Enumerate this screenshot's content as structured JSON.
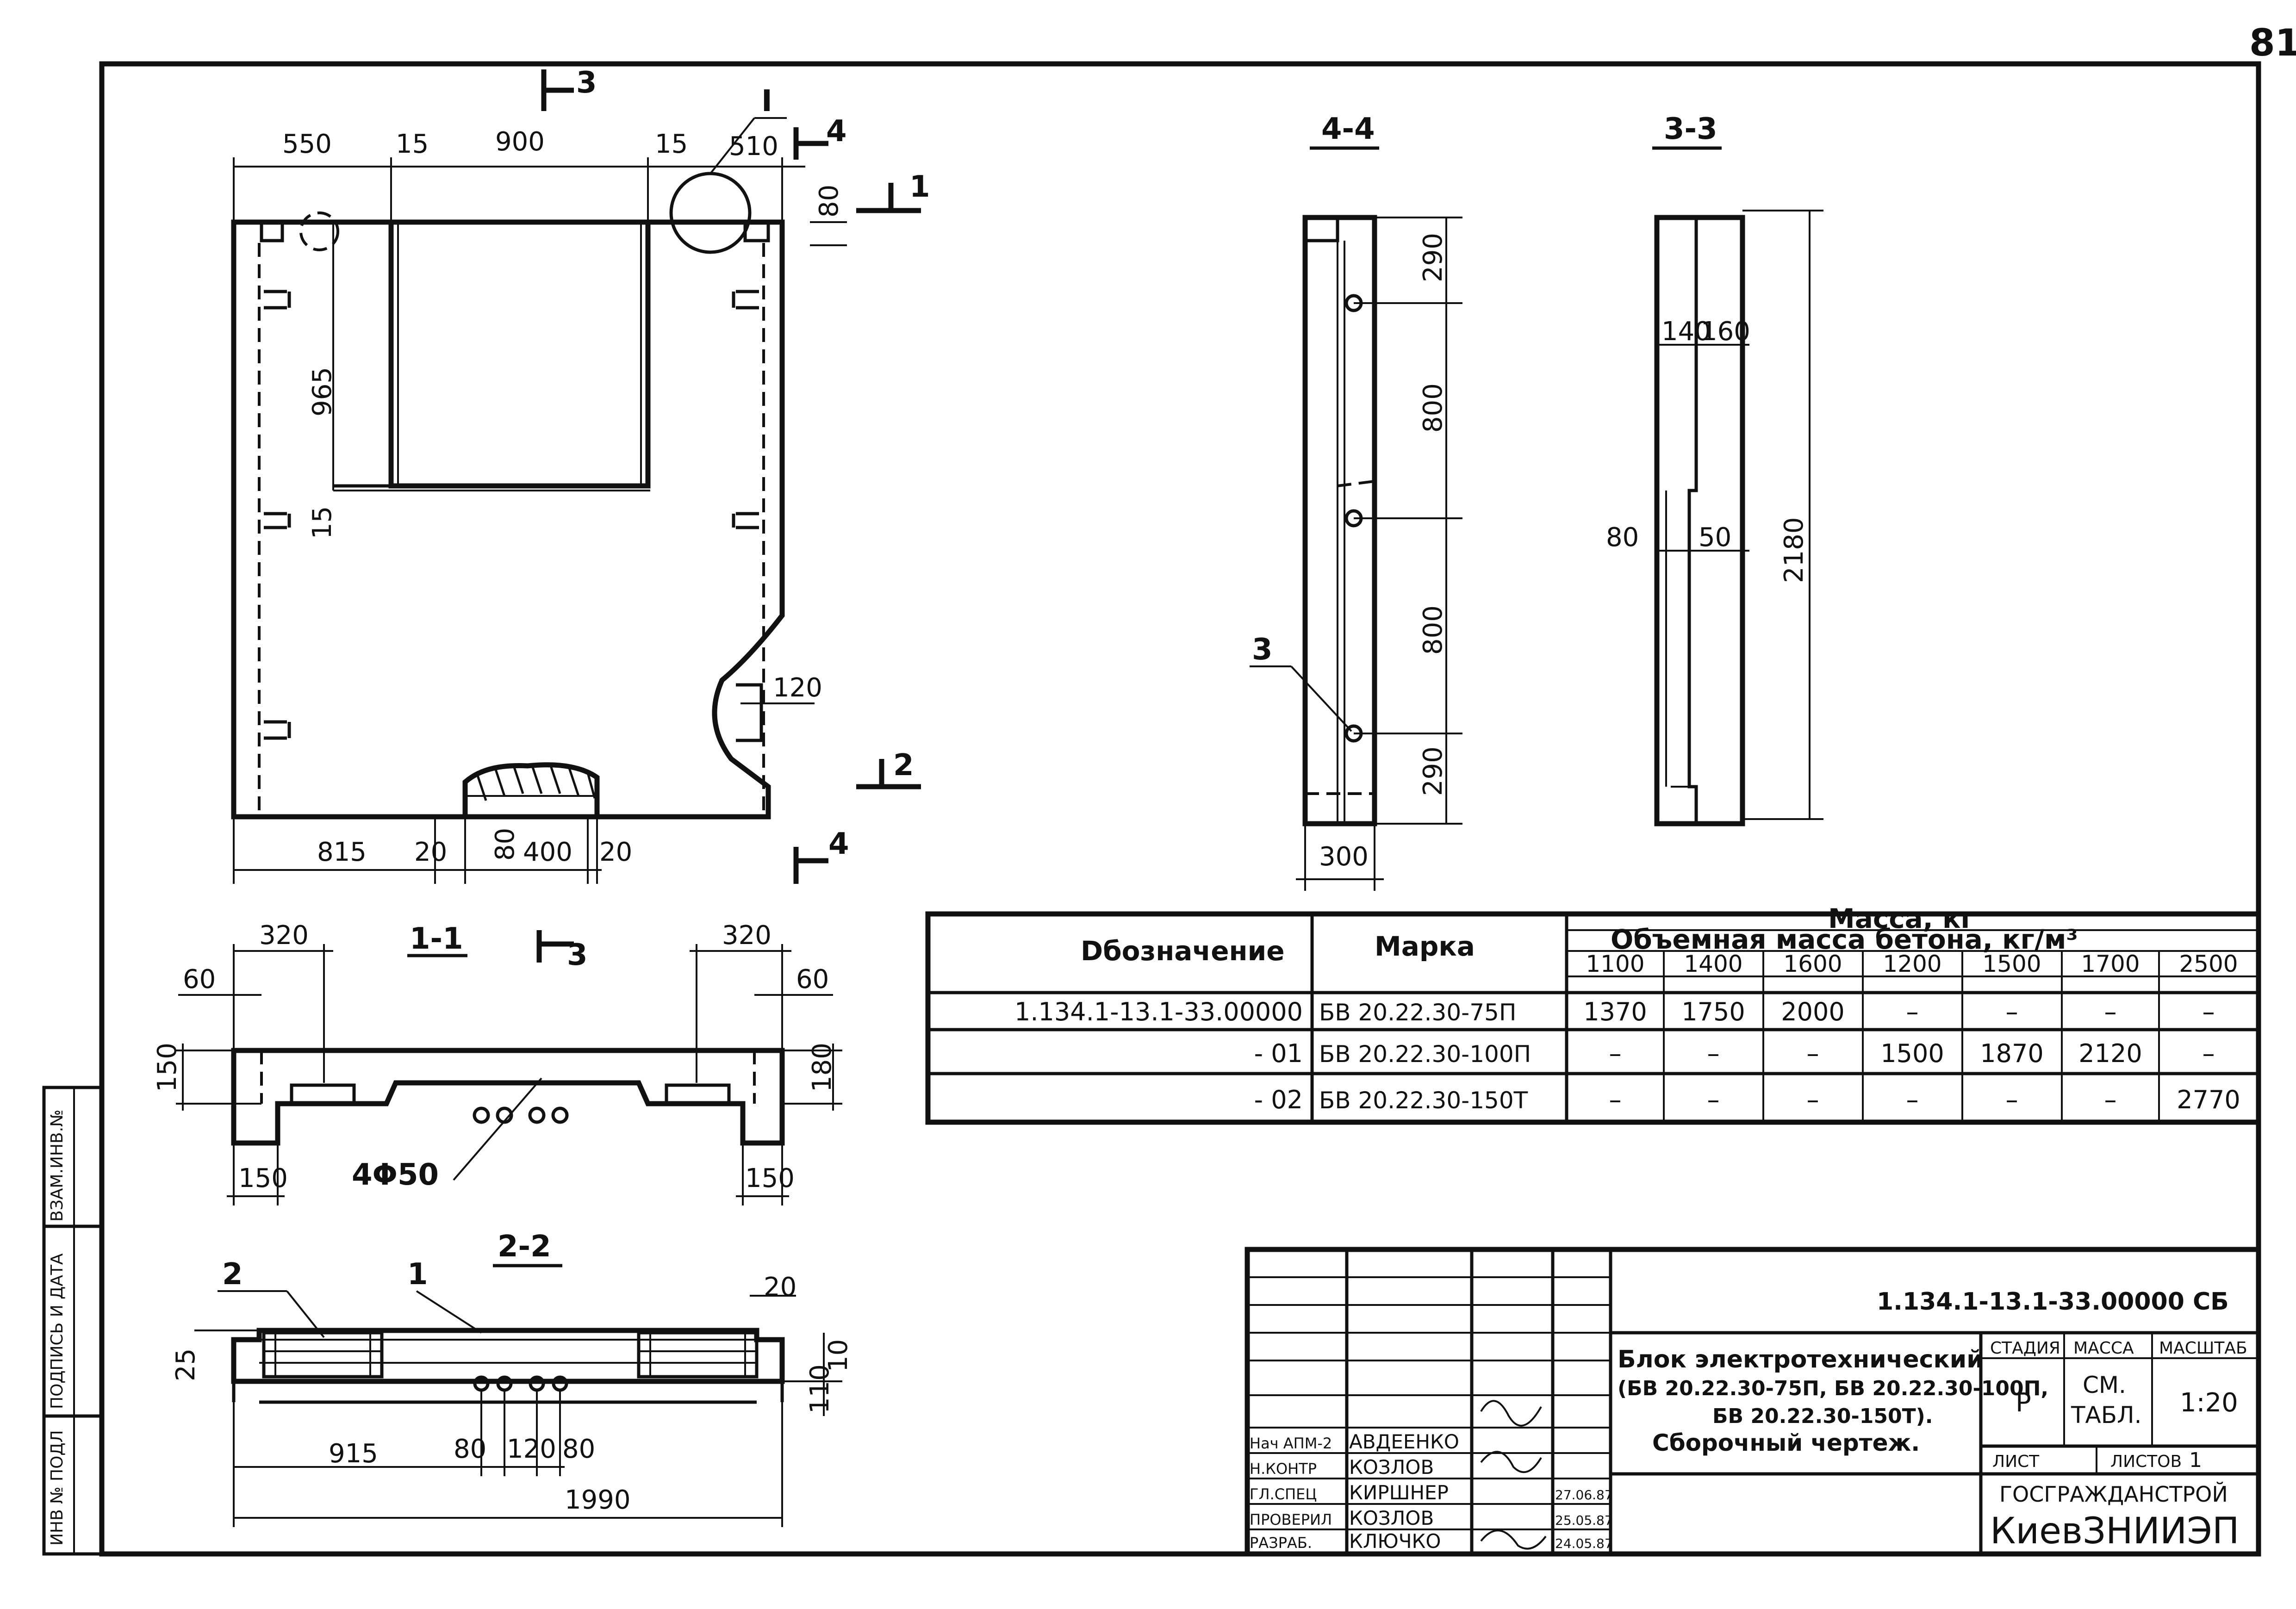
{
  "page_number": "81",
  "elevation": {
    "section_mark_3": "3",
    "section_mark_4": "4",
    "section_mark_1": "1",
    "section_mark_2": "2",
    "detail_mark": "I",
    "dims": {
      "d550": "550",
      "d15a": "15",
      "d900": "900",
      "d15b": "15",
      "d510": "510",
      "d80": "80",
      "d965": "965",
      "d15c": "15",
      "d120": "120",
      "d815": "815",
      "d20a": "20",
      "d80b": "80",
      "d400": "400",
      "d20b": "20"
    }
  },
  "section_4_4": {
    "title": "4-4",
    "dims": {
      "d290a": "290",
      "d800a": "800",
      "d800b": "800",
      "d290b": "290",
      "d300": "300"
    },
    "callout": "3"
  },
  "section_3_3": {
    "title": "3-3",
    "dims": {
      "d140": "140",
      "d160": "160",
      "d80": "80",
      "d50": "50",
      "d2180": "2180"
    }
  },
  "section_1_1": {
    "title": "1-1",
    "mark": "3",
    "dims": {
      "d320a": "320",
      "d320b": "320",
      "d60a": "60",
      "d60b": "60",
      "d150": "150",
      "d180": "180",
      "d150a": "150",
      "d150b": "150"
    },
    "holes": "4Φ50"
  },
  "section_2_2": {
    "title": "2-2",
    "callout_2": "2",
    "callout_1": "1",
    "dims": {
      "d20": "20",
      "d25": "25",
      "d10": "10",
      "d110": "110",
      "d915": "915",
      "d80a": "80",
      "d120": "120",
      "d80b": "80",
      "d1990": "1990"
    }
  },
  "mass_table": {
    "col_designation": "Dбозначение",
    "col_mark": "Марка",
    "header_mass": "Масса, кг",
    "header_density": "Объемная масса бетона, кг/м³",
    "densities": [
      "1100",
      "1400",
      "1600",
      "1200",
      "1500",
      "1700",
      "2500"
    ],
    "rows": [
      {
        "designation": "1.134.1-13.1-33.00000",
        "mark": "БВ 20.22.30-75П",
        "values": [
          "1370",
          "1750",
          "2000",
          "–",
          "–",
          "–",
          "–"
        ]
      },
      {
        "designation": "- 01",
        "mark": "БВ 20.22.30-100П",
        "values": [
          "–",
          "–",
          "–",
          "1500",
          "1870",
          "2120",
          "–"
        ]
      },
      {
        "designation": "- 02",
        "mark": "БВ 20.22.30-150Т",
        "values": [
          "–",
          "–",
          "–",
          "–",
          "–",
          "–",
          "2770"
        ]
      }
    ]
  },
  "side_stamps": {
    "swap_inv": "ВЗАМ.ИНВ.№",
    "sign_date": "ПОДПИСЬ И ДАТА",
    "inv_orig": "ИНВ № ПОДЛ"
  },
  "title_block": {
    "doc_code": "1.134.1-13.1-33.00000 СБ",
    "name_line1": "Блок электротехнический",
    "name_line2": "(БВ 20.22.30-75П, БВ 20.22.30-100П,",
    "name_line3": "БВ 20.22.30-150Т).",
    "name_line4": "Сборочный чертеж.",
    "stage_label": "СТАДИЯ",
    "mass_label": "МАССА",
    "scale_label": "МАСШТАБ",
    "stage_value": "Р",
    "mass_value_1": "СМ.",
    "mass_value_2": "ТАБЛ.",
    "scale_value": "1:20",
    "sheet_label": "ЛИСТ",
    "sheets_label": "ЛИСТОВ",
    "sheets_value": "1",
    "org_1": "ГОСГРАЖДАНСТРОЙ",
    "org_2": "КиевЗНИИЭП",
    "people": [
      {
        "role": "Нач АПМ-2",
        "name": "АВДЕЕНКО",
        "date": ""
      },
      {
        "role": "Н.КОНТР",
        "name": "КОЗЛОВ",
        "date": ""
      },
      {
        "role": "ГЛ.СПЕЦ",
        "name": "КИРШНЕР",
        "date": "27.06.87"
      },
      {
        "role": "ПРОВЕРИЛ",
        "name": "КОЗЛОВ",
        "date": "25.05.87"
      },
      {
        "role": "РАЗРАБ.",
        "name": "КЛЮЧКО",
        "date": "24.05.87"
      }
    ]
  }
}
